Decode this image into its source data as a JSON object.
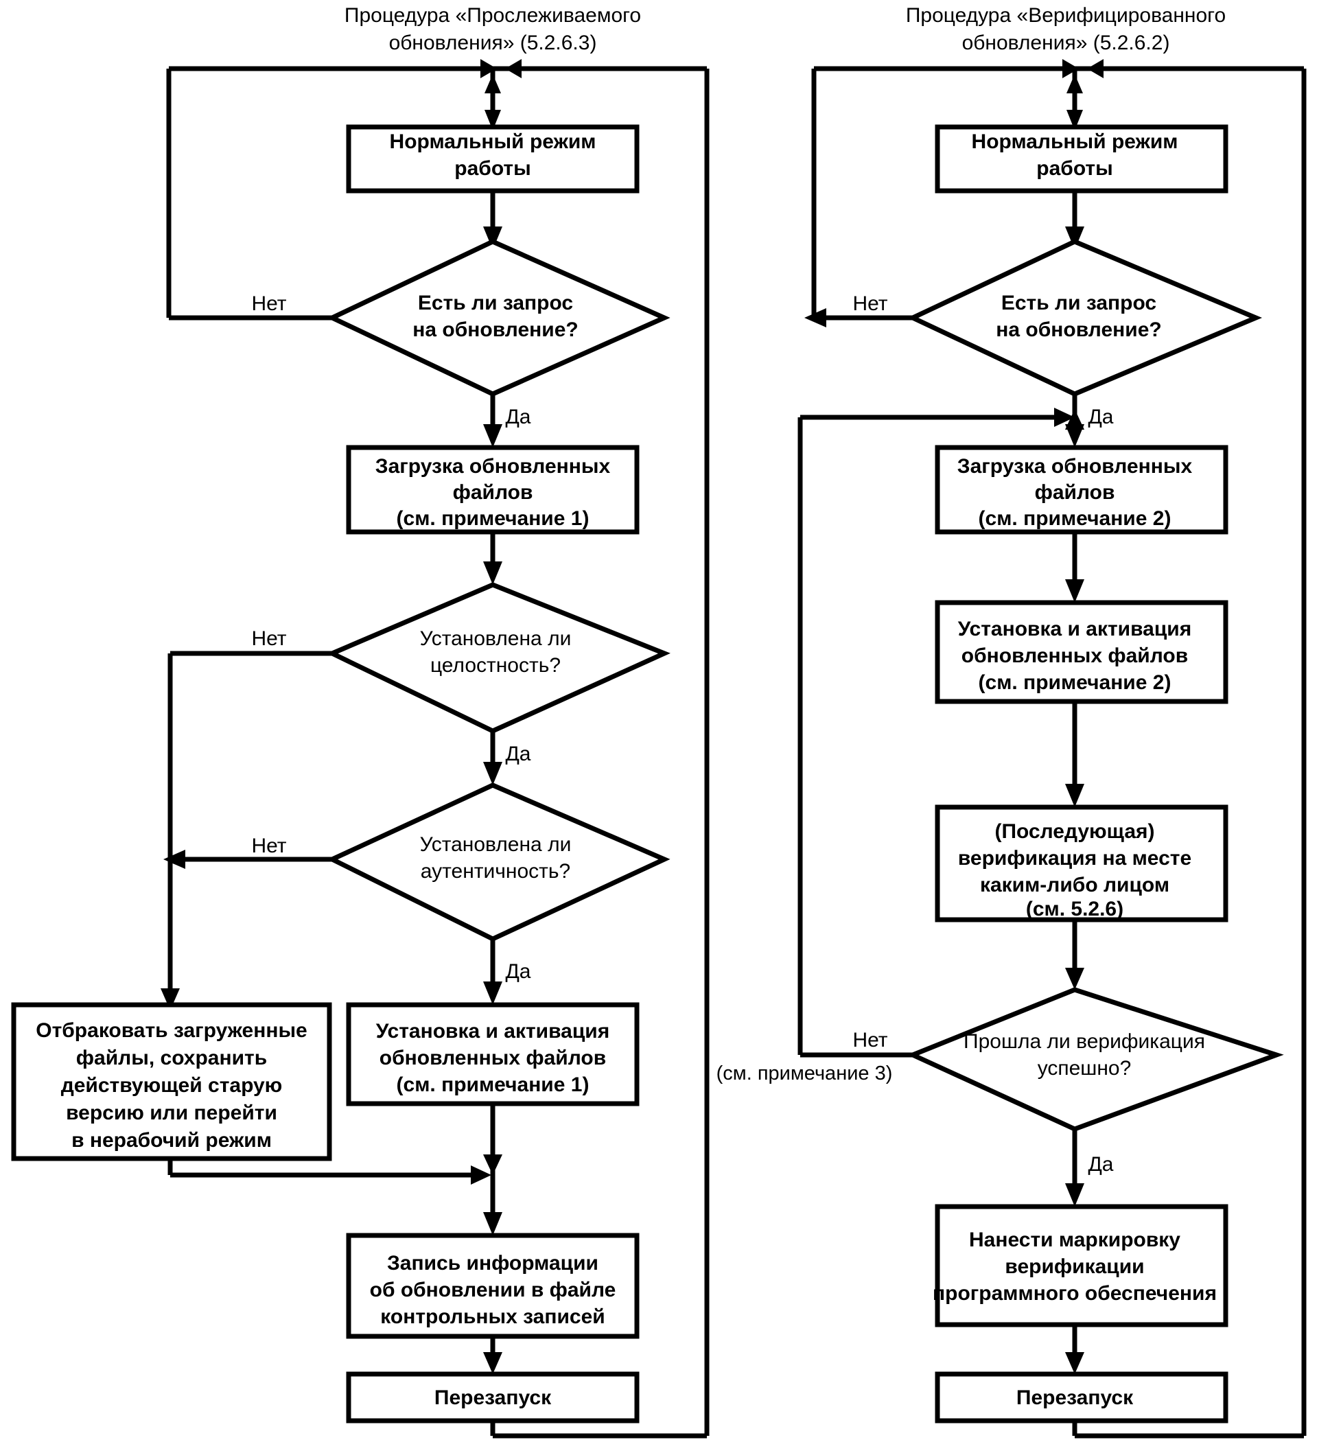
{
  "diagram": {
    "kind": "flowchart",
    "background": "#ffffff",
    "line_color": "#000000",
    "text_color": "#000000",
    "columns": [
      {
        "id": "traceable",
        "title_line_1": "Процедура «Прослеживаемого",
        "title_line_2": "обновления» (5.2.6.3)",
        "nodes": [
          {
            "id": "normal-mode",
            "shape": "process",
            "lines": [
              "Нормальный режим",
              "работы"
            ]
          },
          {
            "id": "update-request",
            "shape": "decision",
            "lines": [
              "Есть ли запрос",
              "на обновление?"
            ]
          },
          {
            "id": "download-files",
            "shape": "process",
            "lines": [
              "Загрузка обновленных",
              "файлов",
              "(см. примечание 1)"
            ]
          },
          {
            "id": "integrity-check",
            "shape": "decision",
            "lines": [
              "Установлена ли",
              "целостность?"
            ]
          },
          {
            "id": "authenticity-check",
            "shape": "decision",
            "lines": [
              "Установлена ли",
              "аутентичность?"
            ]
          },
          {
            "id": "reject-files",
            "shape": "process",
            "lines": [
              "Отбраковать загруженные",
              "файлы, сохранить",
              "действующей старую",
              "версию или перейти",
              "в нерабочий режим"
            ]
          },
          {
            "id": "install-activate",
            "shape": "process",
            "lines": [
              "Установка и активация",
              "обновленных файлов",
              "(см. примечание 1)"
            ]
          },
          {
            "id": "write-audit",
            "shape": "process",
            "lines": [
              "Запись информации",
              "об обновлении в файле",
              "контрольных записей"
            ]
          },
          {
            "id": "restart",
            "shape": "process",
            "lines": [
              "Перезапуск"
            ]
          }
        ],
        "edge_labels": [
          {
            "id": "req-no",
            "text": "Нет"
          },
          {
            "id": "req-yes",
            "text": "Да"
          },
          {
            "id": "integrity-no",
            "text": "Нет"
          },
          {
            "id": "integrity-yes",
            "text": "Да"
          },
          {
            "id": "auth-no",
            "text": "Нет"
          },
          {
            "id": "auth-yes",
            "text": "Да"
          }
        ]
      },
      {
        "id": "verified",
        "title_line_1": "Процедура «Верифицированного",
        "title_line_2": "обновления» (5.2.6.2)",
        "nodes": [
          {
            "id": "normal-mode-v",
            "shape": "process",
            "lines": [
              "Нормальный режим",
              "работы"
            ]
          },
          {
            "id": "update-request-v",
            "shape": "decision",
            "lines": [
              "Есть ли запрос",
              "на обновление?"
            ]
          },
          {
            "id": "download-files-v",
            "shape": "process",
            "lines": [
              "Загрузка обновленных",
              "файлов",
              "(см. примечание 2)"
            ]
          },
          {
            "id": "install-activate-v",
            "shape": "process",
            "lines": [
              "Установка и активация",
              "обновленных файлов",
              "(см. примечание 2)"
            ]
          },
          {
            "id": "onsite-verification",
            "shape": "process",
            "lines": [
              "(Последующая)",
              "верификация на месте",
              "каким-либо лицом",
              "(см. 5.2.6)"
            ]
          },
          {
            "id": "verification-passed",
            "shape": "decision",
            "lines": [
              "Прошла ли верификация",
              "успешно?"
            ]
          },
          {
            "id": "apply-marking",
            "shape": "process",
            "lines": [
              "Нанести маркировку",
              "верификации",
              "программного обеспечения"
            ]
          },
          {
            "id": "restart-v",
            "shape": "process",
            "lines": [
              "Перезапуск"
            ]
          }
        ],
        "edge_labels": [
          {
            "id": "req-no-v",
            "text": "Нет"
          },
          {
            "id": "req-yes-v",
            "text": "Да"
          },
          {
            "id": "ver-no",
            "text": "Нет"
          },
          {
            "id": "ver-note",
            "text": "(см. примечание 3)"
          },
          {
            "id": "ver-yes",
            "text": "Да"
          }
        ]
      }
    ]
  }
}
